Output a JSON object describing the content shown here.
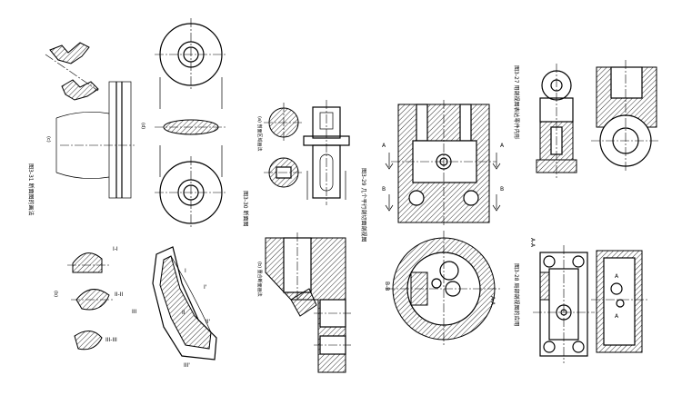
{
  "figures": {
    "fig_3_27": {
      "caption": "图3-27 用剖视图表达零件内形"
    },
    "fig_3_28": {
      "caption": "图3-28 局部剖视图的应用"
    },
    "fig_3_29": {
      "caption": "图3-29 几个平行剖切面剖视图"
    },
    "fig_3_30": {
      "caption": "图3-30 断面图"
    },
    "fig_3_31": {
      "caption": "图3-31 断面图的画法"
    },
    "sub_a": {
      "caption": "(a) 剖面区域画法"
    },
    "sub_b": {
      "caption": "(b) 重合断面画法"
    },
    "sub_c": {
      "caption": "(c)"
    },
    "sub_d": {
      "caption": "(d)"
    },
    "sub_b2": {
      "caption": "(b)"
    }
  },
  "labels": {
    "A": "A",
    "B": "B",
    "AA": "A-A",
    "BB": "B-B",
    "I_I": "I-I",
    "II_II": "II-II",
    "III_III": "III-III",
    "I": "I",
    "II": "II",
    "III": "III",
    "Ip": "I'",
    "IIp": "II'",
    "IIIp": "III'"
  },
  "colors": {
    "line": "#000000",
    "background": "#ffffff"
  }
}
